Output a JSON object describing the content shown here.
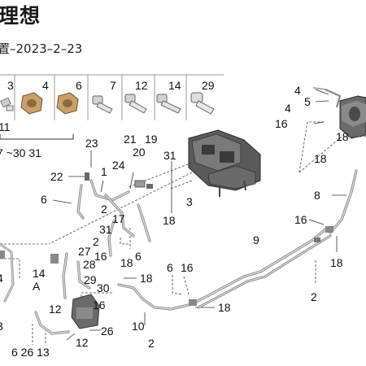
{
  "header": {
    "title": "理想",
    "subtitle": "置–2023–2–23"
  },
  "fasteners": [
    {
      "num": "3"
    },
    {
      "num": "4"
    },
    {
      "num": "6"
    },
    {
      "num": "7"
    },
    {
      "num": "12"
    },
    {
      "num": "14"
    },
    {
      "num": "29"
    }
  ],
  "callouts": {
    "c11": "11",
    "c7_30_31": "7 ~30 31",
    "c23": "23",
    "c22": "22",
    "c1": "1",
    "c24": "24",
    "c21": "21",
    "c19": "19",
    "c20": "20",
    "c31a": "31",
    "c3": "3",
    "c6a": "6",
    "c2a": "2",
    "c17": "17",
    "c31b": "31",
    "c18a": "18",
    "c2b": "2",
    "c27": "27",
    "c16a": "16",
    "c28": "28",
    "c18b": "18",
    "c6b": "6",
    "c14": "14",
    "cA": "A",
    "c29": "29",
    "c30": "30",
    "c18c": "18",
    "c12a": "12",
    "c16b": "16",
    "c26": "26",
    "c10": "10",
    "c2c": "2",
    "c12b": "12",
    "c6c": "6",
    "c16c": "16",
    "c18d": "18",
    "c9": "9",
    "c2d": "2",
    "c16d": "16",
    "c18e": "18",
    "c8": "8",
    "c4a": "4",
    "c5": "5",
    "c4b": "4",
    "c16e": "16",
    "c18f": "18",
    "c18g": "18",
    "c3edge": "3",
    "c4edge": "4",
    "bottom": "6 26 13"
  }
}
